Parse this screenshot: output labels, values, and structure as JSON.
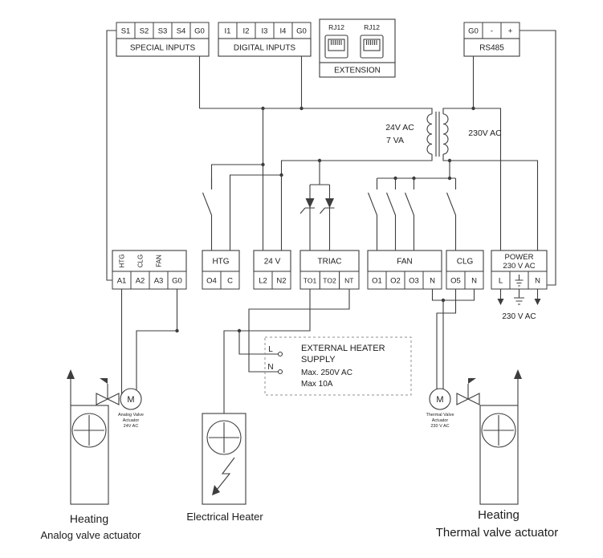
{
  "diagram": {
    "top": {
      "special_inputs": {
        "label": "SPECIAL INPUTS",
        "terminals": [
          "S1",
          "S2",
          "S3",
          "S4",
          "G0"
        ]
      },
      "digital_inputs": {
        "label": "DIGITAL INPUTS",
        "terminals": [
          "I1",
          "I2",
          "I3",
          "I4",
          "G0"
        ]
      },
      "extension": {
        "label": "EXTENSION",
        "jacks": [
          "RJ12",
          "RJ12"
        ]
      },
      "rs485": {
        "label": "RS485",
        "terminals": [
          "G0",
          "-",
          "+"
        ]
      }
    },
    "transformer": {
      "secondary_line1": "24V AC",
      "secondary_line2": "7 VA",
      "primary": "230V AC"
    },
    "terminal_groups": {
      "analog": {
        "column_labels": [
          "HTG",
          "CLG",
          "FAN"
        ],
        "terminals": [
          "A1",
          "A2",
          "A3",
          "G0"
        ]
      },
      "htg": {
        "label": "HTG",
        "terminals": [
          "O4",
          "C"
        ]
      },
      "v24": {
        "label": "24 V",
        "terminals": [
          "L2",
          "N2"
        ]
      },
      "triac": {
        "label": "TRIAC",
        "terminals": [
          "TO1",
          "TO2",
          "NT"
        ]
      },
      "fan": {
        "label": "FAN",
        "terminals": [
          "O1",
          "O2",
          "O3",
          "N"
        ]
      },
      "clg": {
        "label": "CLG",
        "terminals": [
          "O5",
          "N"
        ]
      },
      "power": {
        "label_line1": "POWER",
        "label_line2": "230 V AC",
        "terminal_l": "L",
        "terminal_n": "N",
        "mains_label": "230 V AC"
      }
    },
    "heater_supply": {
      "title_line1": "EXTERNAL HEATER",
      "title_line2": "SUPPLY",
      "max_voltage": "Max. 250V AC",
      "max_current": "Max 10A",
      "terminal_l": "L",
      "terminal_n": "N"
    },
    "analog_actuator": {
      "motor_letter": "M",
      "caption_line1": "Analog Valve",
      "caption_line2": "Actuator",
      "caption_line3": "24V AC",
      "label_line1": "Heating",
      "label_line2": "Analog valve actuator"
    },
    "thermal_actuator": {
      "motor_letter": "M",
      "caption_line1": "Thermal Valve",
      "caption_line2": "Actuator",
      "caption_line3": "230 V AC",
      "label_line1": "Heating",
      "label_line2": "Thermal valve actuator"
    },
    "electrical_heater": {
      "label": "Electrical Heater"
    }
  }
}
